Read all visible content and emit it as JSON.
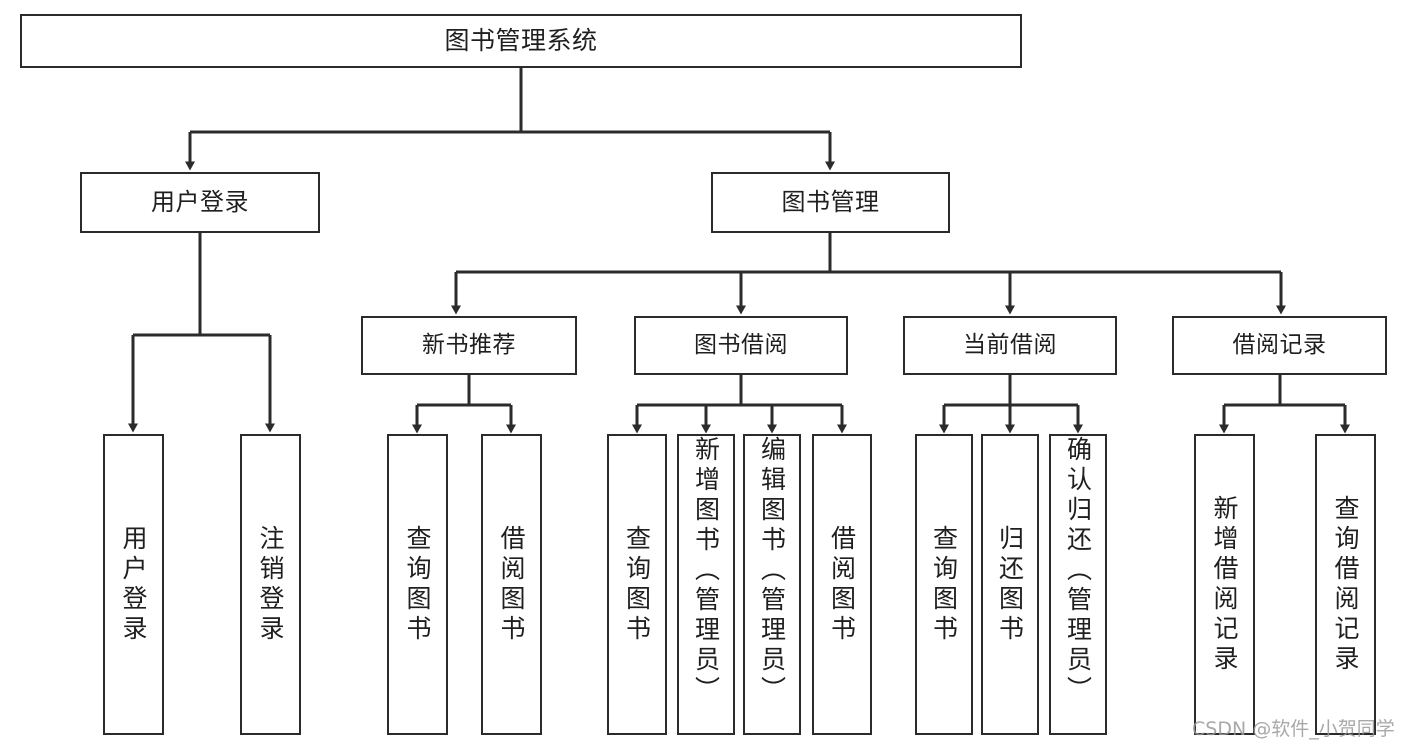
{
  "diagram": {
    "title": "图书管理系统",
    "type": "tree-hierarchy-diagram",
    "colors": {
      "stroke": "#2b2b2b",
      "fill": "#ffffff",
      "text": "#1f1f1f",
      "watermark": "#9a9a9a"
    },
    "root": {
      "label": "图书管理系统"
    },
    "level1": [
      {
        "label": "用户登录"
      },
      {
        "label": "图书管理"
      }
    ],
    "level2": [
      {
        "label": "新书推荐"
      },
      {
        "label": "图书借阅"
      },
      {
        "label": "当前借阅"
      },
      {
        "label": "借阅记录"
      }
    ],
    "leaves": {
      "user_login": [
        {
          "label": "用户登录"
        },
        {
          "label": "注销登录"
        }
      ],
      "new_book_recommend": [
        {
          "label": "查询图书"
        },
        {
          "label": "借阅图书"
        }
      ],
      "book_borrow": [
        {
          "label": "查询图书"
        },
        {
          "label": "新增图书（管理员）"
        },
        {
          "label": "编辑图书（管理员）"
        },
        {
          "label": "借阅图书"
        }
      ],
      "current_borrow": [
        {
          "label": "查询图书"
        },
        {
          "label": "归还图书"
        },
        {
          "label": "确认归还（管理员）"
        }
      ],
      "borrow_record": [
        {
          "label": "新增借阅记录"
        },
        {
          "label": "查询借阅记录"
        }
      ]
    }
  },
  "watermark": {
    "text": "CSDN @软件_小贺同学"
  }
}
